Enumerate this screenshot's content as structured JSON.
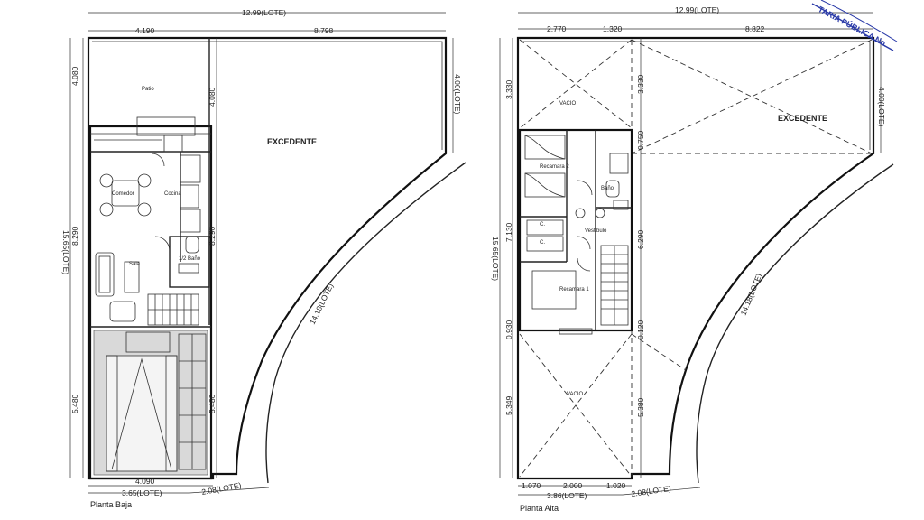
{
  "ground": {
    "caption": "Planta Baja",
    "excedente": "EXCEDENTE",
    "rooms": {
      "patio": "Patio",
      "comedor": "Comedor",
      "cocina": "Cocina",
      "sala": "Sala",
      "bano": "1/2 Baño"
    },
    "dims": {
      "top_total": "12.99(LOTE)",
      "top_left": "4.190",
      "top_right": "8.798",
      "left_total": "15.65(LOTE)",
      "left_top": "4.080",
      "left_mid": "8.290",
      "left_bot": "5.480",
      "inner_top": "4.080",
      "inner_mid": "8.290",
      "inner_bot": "5.480",
      "right_edge": "4.00(LOTE)",
      "diagonal": "14.18(LOTE)",
      "bottom_inner": "4.090",
      "bottom_lote": "3.65(LOTE)",
      "bottom_right": "2.08(LOTE)"
    }
  },
  "upper": {
    "caption": "Planta Alta",
    "excedente": "EXCEDENTE",
    "stamp": "TARIA PÚBLICA No.",
    "rooms": {
      "vacio_top": "VACIO",
      "vacio_bot": "VACIO",
      "rec2": "Recamara 2",
      "rec1": "Recamara 1",
      "vestibulo": "Vestibulo",
      "bano": "Baño",
      "closet_a": "C.",
      "closet_b": "C."
    },
    "dims": {
      "top_total": "12.99(LOTE)",
      "top_a": "2.770",
      "top_b": "1.320",
      "top_c": "8.822",
      "left_total": "15.65(LOTE)",
      "left_top": "3.330",
      "left_mid": "7.130",
      "left_low": "0.930",
      "left_bot": "5.349",
      "inner_top": "3.330",
      "inner_small": "0.750",
      "inner_mid": "6.290",
      "inner_low": "0.120",
      "inner_bot": "5.380",
      "right_edge": "4.00(LOTE)",
      "diagonal": "14.18(LOTE)",
      "bottom_a": "1.070",
      "bottom_b": "2.000",
      "bottom_c": "1.020",
      "bottom_lote": "3.86(LOTE)",
      "bottom_right": "2.08(LOTE)"
    }
  }
}
